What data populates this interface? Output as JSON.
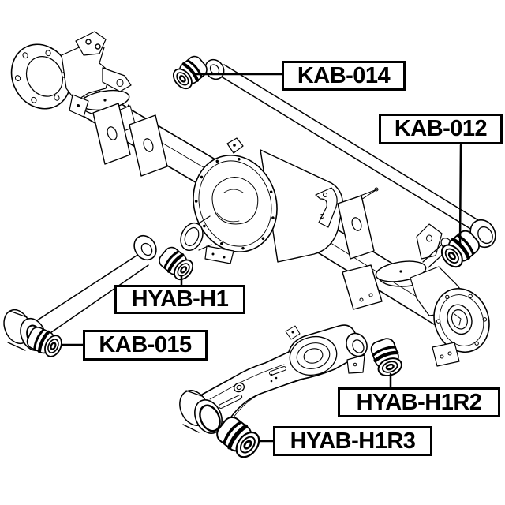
{
  "canvas": {
    "background": "#ffffff",
    "line_color": "#000000"
  },
  "labels": [
    {
      "code": "KAB-014",
      "points_to": "track-rod-front-bushing"
    },
    {
      "code": "KAB-012",
      "points_to": "track-rod-rear-bushing"
    },
    {
      "code": "HYAB-H1",
      "points_to": "trailing-arm-bushing"
    },
    {
      "code": "KAB-015",
      "points_to": "trailing-arm-front-bushing"
    },
    {
      "code": "HYAB-H1R2",
      "points_to": "rear-control-arm-inner-bushing"
    },
    {
      "code": "HYAB-H1R3",
      "points_to": "rear-control-arm-front-bushing"
    }
  ]
}
